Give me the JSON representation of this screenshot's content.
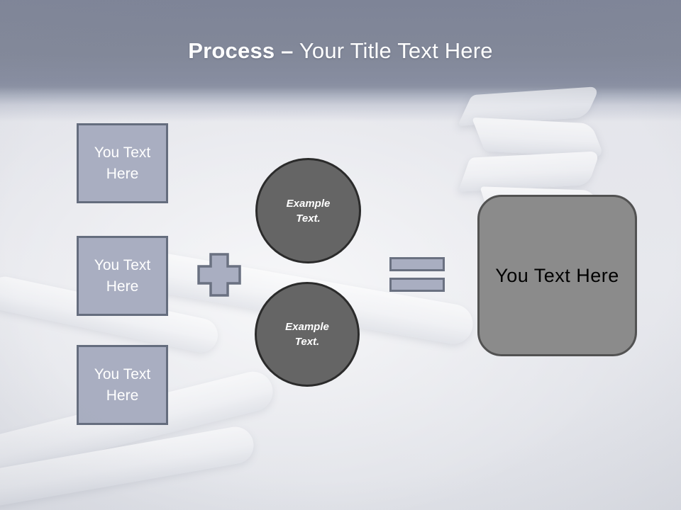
{
  "slide": {
    "title": {
      "bold": "Process",
      "dash": "–",
      "regular": "Your Title Text Here"
    },
    "input_boxes": [
      {
        "label": "You Text Here"
      },
      {
        "label": "You Text Here"
      },
      {
        "label": "You Text Here"
      }
    ],
    "operators": {
      "plus": "plus-shape",
      "equals": "equals-shape"
    },
    "example_circles": [
      {
        "label": "Example Text."
      },
      {
        "label": "Example Text."
      }
    ],
    "result_box": {
      "label": "You Text Here"
    },
    "colors": {
      "header_top": "#7e8497",
      "header_bottom": "#8b91a3",
      "background": "#e6e7ec",
      "title_text": "#ffffff",
      "shape_fill": "#a9aec1",
      "shape_border": "#656d7e",
      "circle_fill": "#656565",
      "circle_border": "#2b2b2b",
      "circle_text": "#ffffff",
      "result_fill": "#8b8b8b",
      "result_border": "#525252",
      "result_text": "#000000"
    }
  }
}
